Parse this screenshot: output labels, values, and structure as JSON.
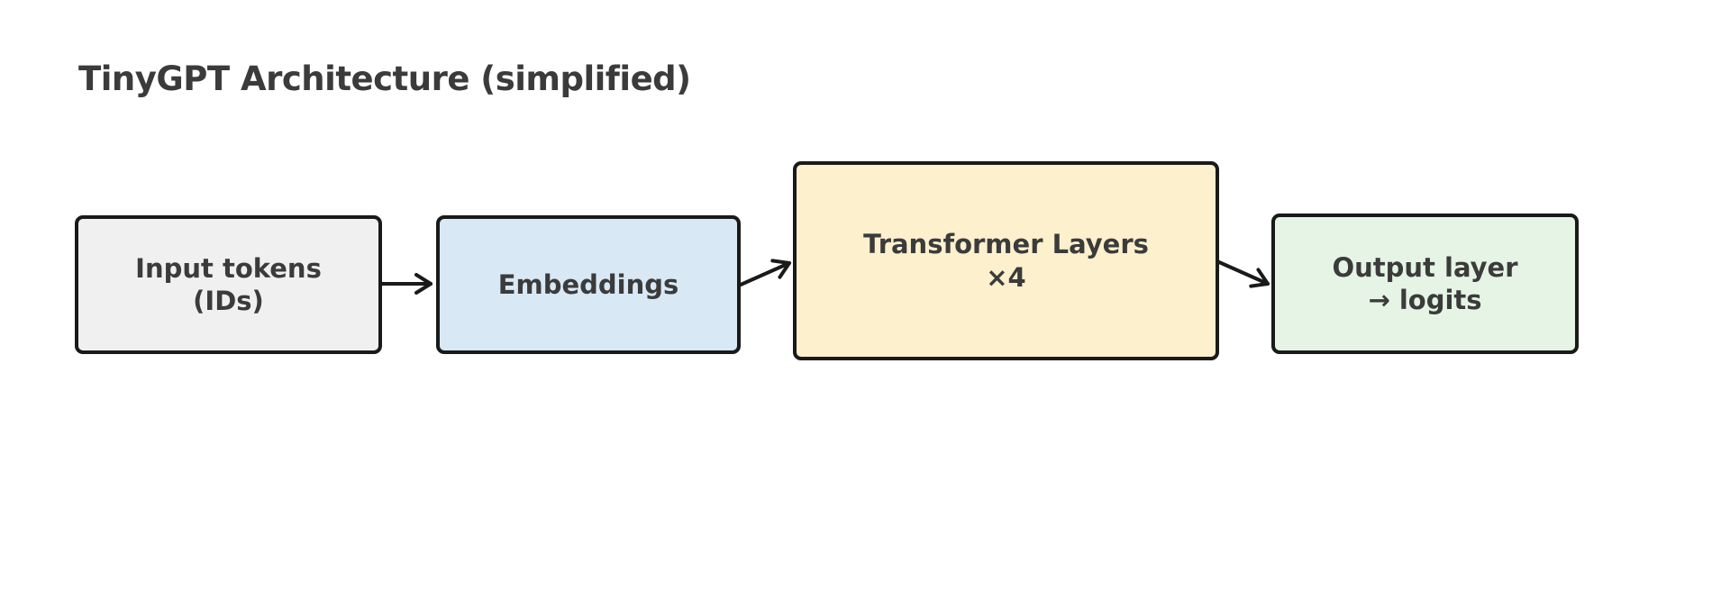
{
  "title": "TinyGPT Architecture (simplified)",
  "colors": {
    "background": "#ffffff",
    "box_border": "#1a1a1a",
    "arrow": "#1a1a1a",
    "text": "#3b3b3b"
  },
  "diagram": {
    "nodes": [
      {
        "id": "input-tokens",
        "label": "Input tokens\n(IDs)",
        "fill": "#f0f0f0"
      },
      {
        "id": "embeddings",
        "label": "Embeddings",
        "fill": "#d9e8f5"
      },
      {
        "id": "transformer-layers",
        "label": "Transformer Layers\n×4",
        "fill": "#fdf0cd"
      },
      {
        "id": "output-layer",
        "label": "Output layer\n→ logits",
        "fill": "#e5f4e5"
      }
    ],
    "edges": [
      {
        "from": "input-tokens",
        "to": "embeddings"
      },
      {
        "from": "embeddings",
        "to": "transformer-layers"
      },
      {
        "from": "transformer-layers",
        "to": "output-layer"
      }
    ]
  }
}
